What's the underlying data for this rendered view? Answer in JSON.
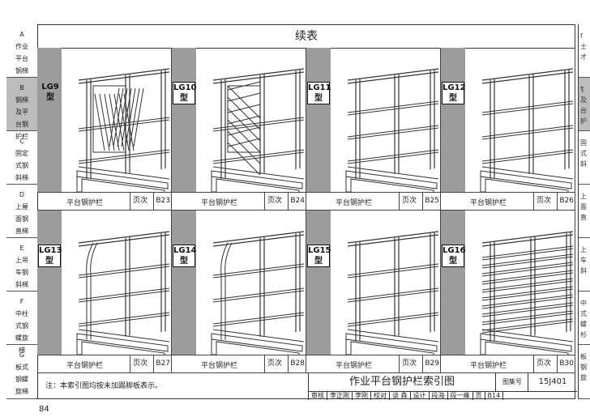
{
  "heading": "续表",
  "sidebar": [
    {
      "lines": [
        "A",
        "作业",
        "平台",
        "钢梯"
      ],
      "active": false
    },
    {
      "lines": [
        "B",
        "钢梯",
        "及平",
        "台钢",
        "护栏"
      ],
      "active": true
    },
    {
      "lines": [
        "C",
        "固定",
        "式钢",
        "斜梯"
      ],
      "active": false
    },
    {
      "lines": [
        "D",
        "上屋",
        "面钢",
        "直梯"
      ],
      "active": false
    },
    {
      "lines": [
        "E",
        "上吊",
        "车钢",
        "斜梯"
      ],
      "active": false
    },
    {
      "lines": [
        "F",
        "中柱",
        "式钢",
        "螺旋",
        "梯"
      ],
      "active": false
    },
    {
      "lines": [
        "G",
        "板式",
        "钢螺",
        "旋梯"
      ],
      "active": false
    }
  ],
  "rightTabs": [
    {
      "lines": [
        "ſ",
        "士",
        "才"
      ],
      "active": false
    },
    {
      "lines": [
        "钅",
        "及",
        "台",
        "护"
      ],
      "active": true
    },
    {
      "lines": [
        "固",
        "式",
        "斜"
      ],
      "active": false
    },
    {
      "lines": [
        "上",
        "面",
        "直"
      ],
      "active": false
    },
    {
      "lines": [
        "上",
        "车",
        "斜"
      ],
      "active": false
    },
    {
      "lines": [
        "中",
        "式",
        "螺",
        "杉"
      ],
      "active": false
    },
    {
      "lines": [
        "板",
        "钢",
        "旋"
      ],
      "active": false
    }
  ],
  "cells": [
    {
      "label": [
        "LG9",
        "型"
      ],
      "name": "平台钢护栏",
      "pageWord": "页次",
      "code": "B23",
      "style": "chevron"
    },
    {
      "label": [
        "LG10",
        "型"
      ],
      "name": "平台钢护栏",
      "pageWord": "页次",
      "code": "B24",
      "style": "lattice"
    },
    {
      "label": [
        "LG11",
        "型"
      ],
      "name": "平台钢护栏",
      "pageWord": "页次",
      "code": "B25",
      "style": "rails"
    },
    {
      "label": [
        "LG12",
        "型"
      ],
      "name": "平台钢护栏",
      "pageWord": "页次",
      "code": "B26",
      "style": "rails"
    },
    {
      "label": [
        "LG13",
        "型"
      ],
      "name": "平台钢护栏",
      "pageWord": "页次",
      "code": "B27",
      "style": "curved"
    },
    {
      "label": [
        "LG14",
        "型"
      ],
      "name": "平台钢护栏",
      "pageWord": "页次",
      "code": "B28",
      "style": "curved"
    },
    {
      "label": [
        "LG15",
        "型"
      ],
      "name": "平台钢护栏",
      "pageWord": "页次",
      "code": "B29",
      "style": "rails"
    },
    {
      "label": [
        "LG16",
        "型"
      ],
      "name": "平台钢护栏",
      "pageWord": "页次",
      "code": "B30",
      "style": "dense"
    }
  ],
  "note": "注：本索引图均按未加踢脚板表示。",
  "titleBlock": {
    "title": "作业平台钢护栏索引图",
    "atlasLabel": "图集号",
    "atlasNo": "15J401",
    "row": [
      "审核",
      "李正刚",
      "李刚",
      "校对",
      "谈 森",
      "设计",
      "段海",
      "段一峰",
      "页",
      "B14"
    ]
  },
  "pageNumber": "84"
}
